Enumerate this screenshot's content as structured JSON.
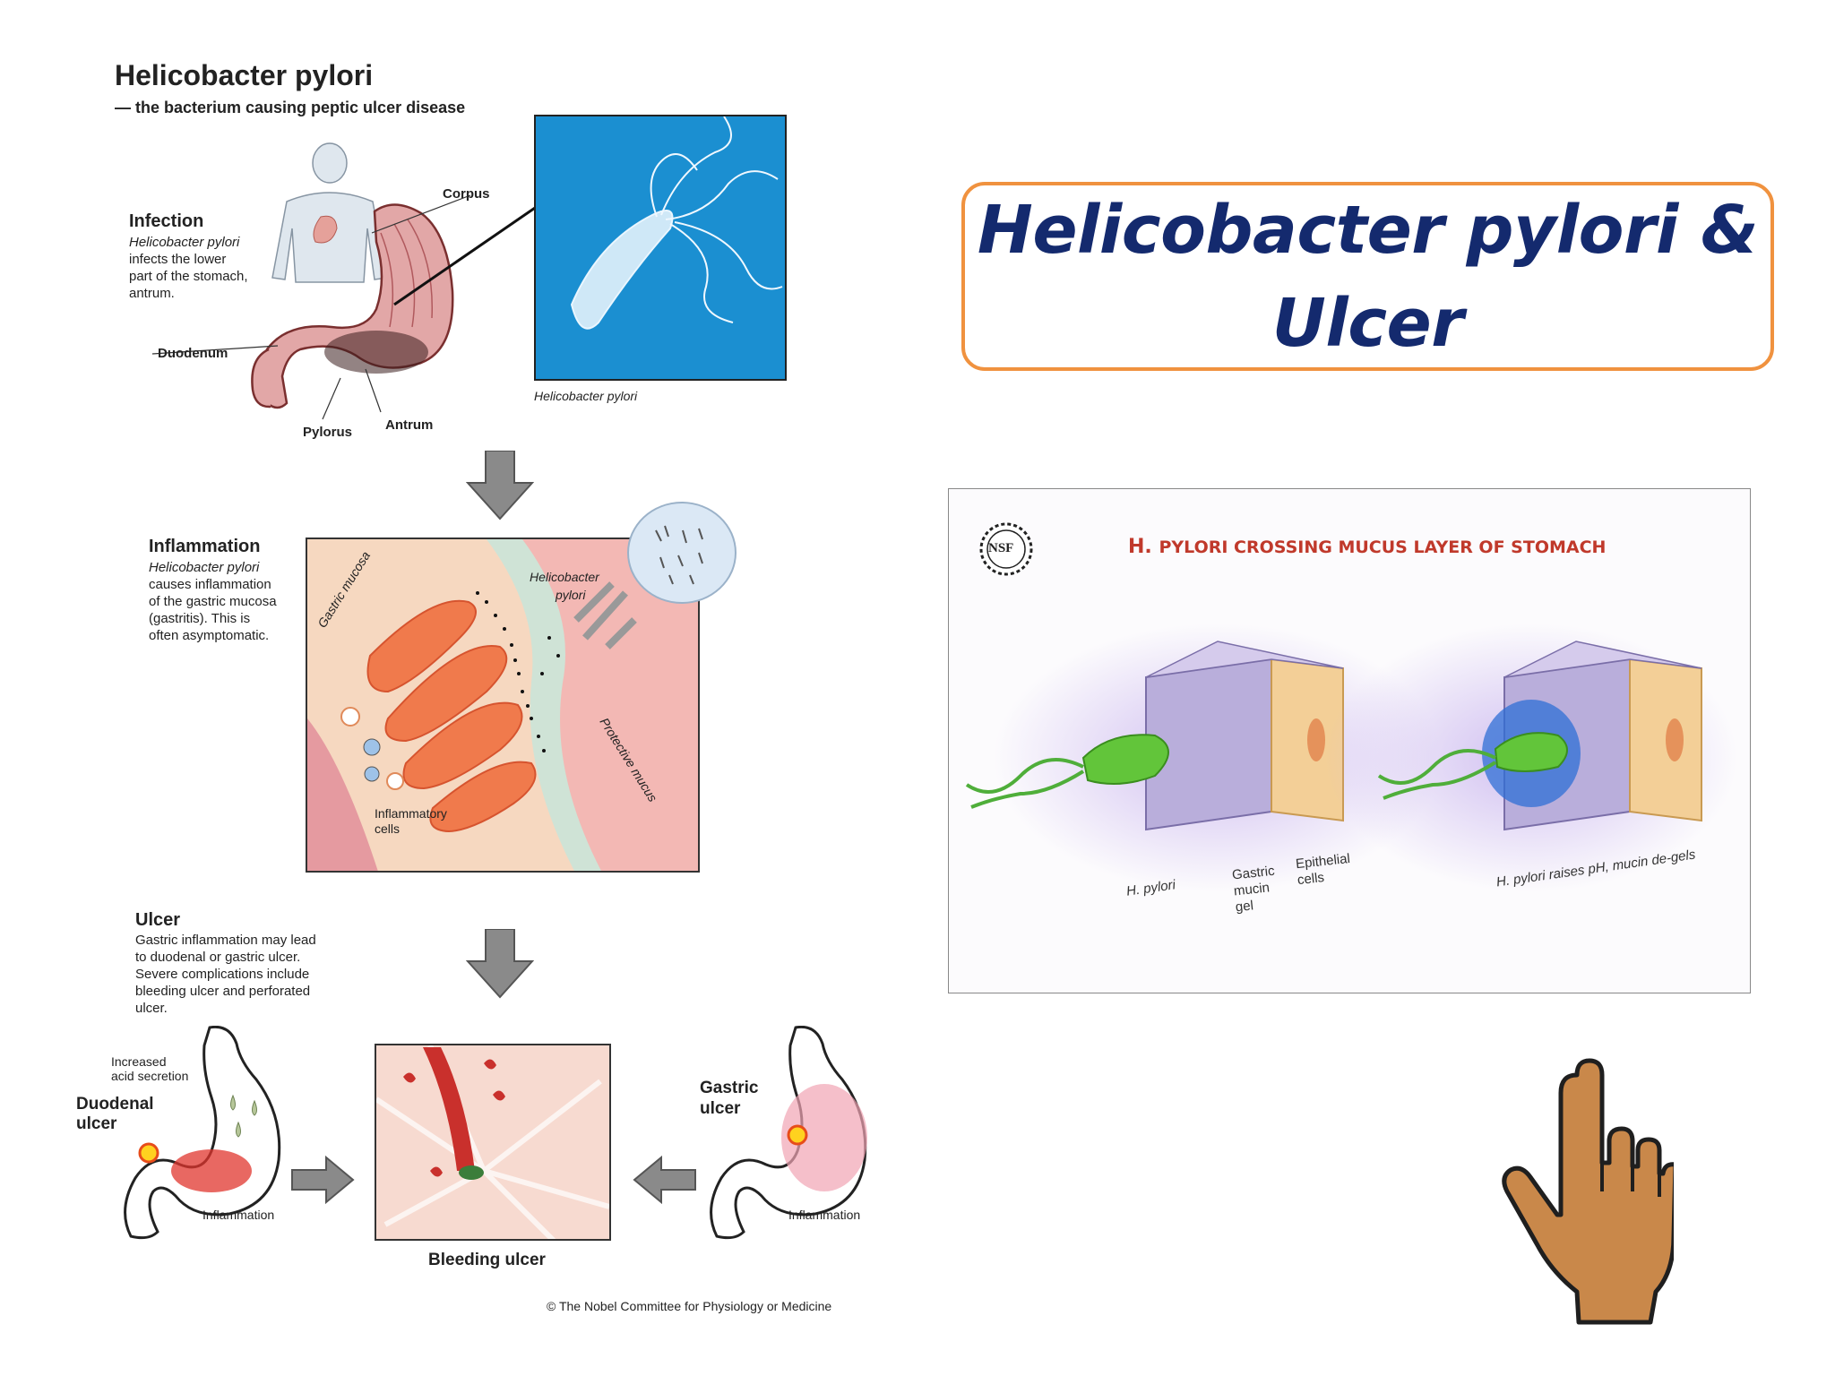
{
  "main_diagram": {
    "title": "Helicobacter pylori",
    "subtitle": "— the bacterium causing peptic ulcer disease",
    "infection": {
      "heading": "Infection",
      "body_lines": [
        "Helicobacter pylori",
        "infects the lower",
        "part of the stomach,",
        "antrum."
      ]
    },
    "stomach_labels": {
      "corpus": "Corpus",
      "duodenum": "Duodenum",
      "pylorus": "Pylorus",
      "antrum": "Antrum"
    },
    "micrograph_caption": "Helicobacter pylori",
    "inflammation": {
      "heading": "Inflammation",
      "body_lines": [
        "Helicobacter pylori",
        "causes inflammation",
        "of the gastric mucosa",
        "(gastritis). This is",
        "often asymptomatic."
      ]
    },
    "inflammation_labels": {
      "gastric_mucosa": "Gastric mucosa",
      "hp_line1": "Helicobacter",
      "hp_line2": "pylori",
      "protective_mucus": "Protective mucus",
      "inflammatory_cells_line1": "Inflammatory",
      "inflammatory_cells_line2": "cells"
    },
    "ulcer": {
      "heading": "Ulcer",
      "body_lines": [
        "Gastric inflammation may lead",
        "to duodenal or gastric ulcer.",
        "Severe complications include",
        "bleeding ulcer and perforated",
        "ulcer."
      ]
    },
    "ulcer_labels": {
      "increased_acid_line1": "Increased",
      "increased_acid_line2": "acid secretion",
      "duodenal_ulcer_line1": "Duodenal",
      "duodenal_ulcer_line2": "ulcer",
      "inflammation_left": "Inflammation",
      "gastric_ulcer_line1": "Gastric",
      "gastric_ulcer_line2": "ulcer",
      "inflammation_right": "Inflammation",
      "bleeding_ulcer": "Bleeding ulcer"
    },
    "copyright": "© The Nobel Committee for Physiology or Medicine"
  },
  "slide_title": {
    "line1": "Helicobacter pylori &",
    "line2": "Ulcer"
  },
  "nsf_panel": {
    "logo_text": "NSF",
    "title_prefix": "H.",
    "title_rest": "PYLORI CROSSING MUCUS LAYER OF STOMACH",
    "labels": {
      "h_pylori": "H. pylori",
      "gastric_mucin_gel_lines": [
        "Gastric",
        "mucin",
        "gel"
      ],
      "epithelial_cells_lines": [
        "Epithelial",
        "cells"
      ],
      "raises_ph": "H. pylori raises pH, mucin de-gels"
    }
  },
  "colors": {
    "title_text": "#142a6e",
    "title_border": "#f0923f",
    "micrograph_bg": "#1b8fd1",
    "nsf_title": "#c0392b",
    "hand": "#c9884a"
  },
  "icons": [
    "human-silhouette-icon",
    "down-arrow-icon",
    "right-arrow-icon",
    "left-arrow-icon",
    "nsf-logo-icon",
    "pointing-hand-icon"
  ]
}
